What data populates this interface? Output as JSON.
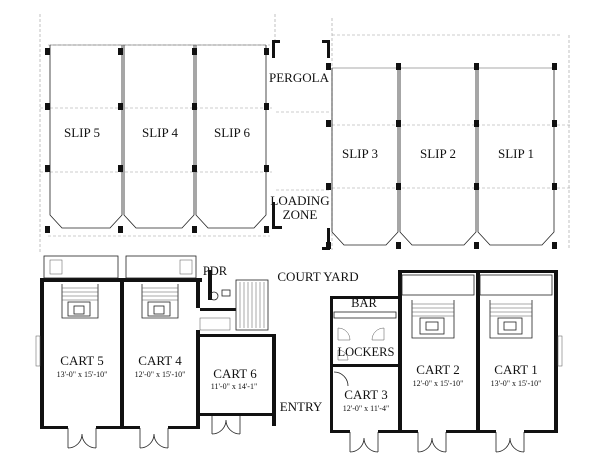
{
  "slips": [
    {
      "id": "slip5",
      "label": "SLIP 5"
    },
    {
      "id": "slip4",
      "label": "SLIP 4"
    },
    {
      "id": "slip6",
      "label": "SLIP 6"
    },
    {
      "id": "slip3",
      "label": "SLIP 3"
    },
    {
      "id": "slip2",
      "label": "SLIP 2"
    },
    {
      "id": "slip1",
      "label": "SLIP 1"
    }
  ],
  "zones": {
    "pergola": "PERGOLA",
    "loading_line1": "LOADING",
    "loading_line2": "ZONE",
    "court_yard": "COURT YARD",
    "entry": "ENTRY",
    "pdr": "PDR",
    "bar": "BAR",
    "lockers": "LOCKERS"
  },
  "carts": [
    {
      "id": "cart5",
      "label": "CART 5",
      "size": "13'-0\" x 15'-10\""
    },
    {
      "id": "cart4",
      "label": "CART 4",
      "size": "12'-0\" x 15'-10\""
    },
    {
      "id": "cart6",
      "label": "CART 6",
      "size": "11'-0\" x 14'-1\""
    },
    {
      "id": "cart3",
      "label": "CART 3",
      "size": "12'-0\" x 11'-4\""
    },
    {
      "id": "cart2",
      "label": "CART 2",
      "size": "12'-0\" x 15'-10\""
    },
    {
      "id": "cart1",
      "label": "CART 1",
      "size": "13'-0\" x 15'-10\""
    }
  ]
}
